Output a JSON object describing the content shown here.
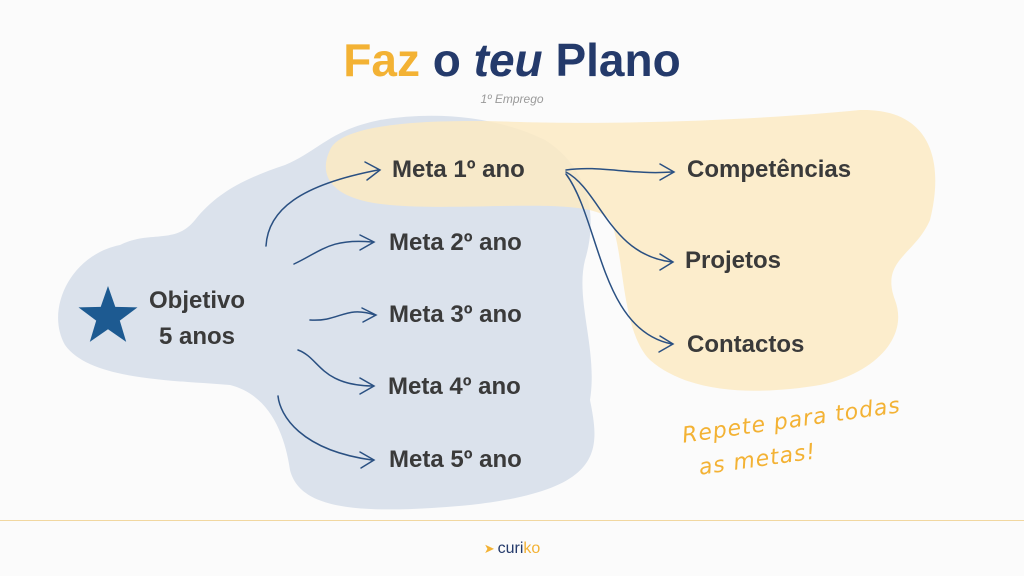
{
  "title": {
    "word1": "Faz",
    "word2": "o",
    "word3": "teu",
    "word4": "Plano"
  },
  "subtitle": "1º Emprego",
  "objective": {
    "line1": "Objetivo",
    "line2": "5 anos",
    "icon": "star-icon"
  },
  "goals": [
    "Meta 1º ano",
    "Meta 2º ano",
    "Meta 3º ano",
    "Meta 4º ano",
    "Meta 5º ano"
  ],
  "branches": [
    "Competências",
    "Projetos",
    "Contactos"
  ],
  "note": {
    "line1": "Repete para todas",
    "line2": "as metas!"
  },
  "logo": {
    "part1": "curi",
    "part2": "ko",
    "icon": "paper-plane-icon"
  },
  "colors": {
    "navy": "#243a6b",
    "yellow": "#f3b234",
    "blue_blob": "#dbe2ec",
    "yellow_blob": "#fbeac3",
    "arrow": "#2a5082",
    "star": "#1d5a91"
  }
}
